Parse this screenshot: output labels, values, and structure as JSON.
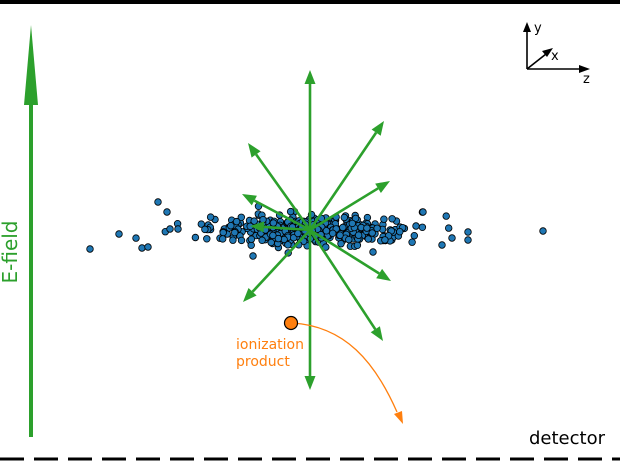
{
  "labels": {
    "efield": "E-field",
    "detector": "detector",
    "ionization_line1": "ionization",
    "ionization_line2": "product",
    "axis_y": "y",
    "axis_x": "x",
    "axis_z": "z"
  },
  "colors": {
    "field_green": "#2ca02c",
    "dot_fill": "#1f77b4",
    "dot_edge": "#000000",
    "ion_orange": "#ff7f0e",
    "ion_text": "#ff7f0e",
    "black": "#000000"
  }
}
